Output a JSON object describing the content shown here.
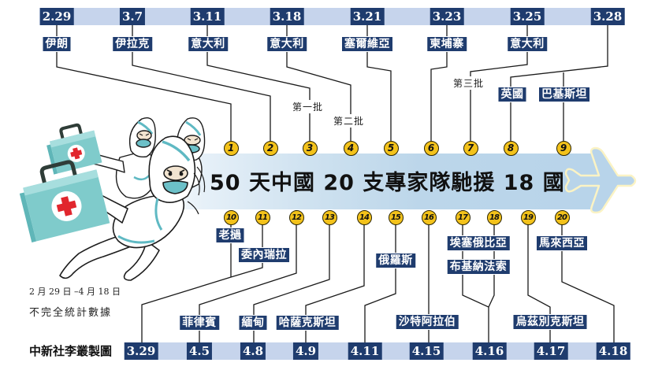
{
  "title": "50 天中國 20 支專家隊馳援 18 國",
  "timeline_top": [
    "2.29",
    "3.7",
    "3.11",
    "3.18",
    "3.21",
    "3.23",
    "3.25",
    "3.28"
  ],
  "timeline_bottom": [
    "3.29",
    "4.5",
    "4.8",
    "4.9",
    "4.11",
    "4.15",
    "4.16",
    "4.17",
    "4.18"
  ],
  "teams": [
    {
      "no": "1",
      "date": "2.29",
      "country": "伊朗"
    },
    {
      "no": "2",
      "date": "3.7",
      "country": "伊拉克"
    },
    {
      "no": "3",
      "date": "3.11",
      "country": "意大利",
      "batch": "第一批"
    },
    {
      "no": "4",
      "date": "3.18",
      "country": "意大利",
      "batch": "第二批"
    },
    {
      "no": "5",
      "date": "3.21",
      "country": "塞爾維亞"
    },
    {
      "no": "6",
      "date": "3.23",
      "country": "柬埔寨"
    },
    {
      "no": "7",
      "date": "3.25",
      "country": "意大利",
      "batch": "第三批"
    },
    {
      "no": "8",
      "date": "3.28",
      "country": "英國"
    },
    {
      "no": "9",
      "date": "3.28",
      "country": "巴基斯坦"
    },
    {
      "no": "10",
      "date": "3.29",
      "country": "老撾"
    },
    {
      "no": "11",
      "date": "3.29",
      "country": "委內瑞拉"
    },
    {
      "no": "12",
      "date": "4.5",
      "country": "菲律賓"
    },
    {
      "no": "13",
      "date": "4.8",
      "country": "緬甸"
    },
    {
      "no": "14",
      "date": "4.9",
      "country": "哈薩克斯坦"
    },
    {
      "no": "15",
      "date": "4.11",
      "country": "俄羅斯"
    },
    {
      "no": "16",
      "date": "4.15",
      "country": "沙特阿拉伯"
    },
    {
      "no": "17",
      "date": "4.16",
      "country": "埃塞俄比亞"
    },
    {
      "no": "18",
      "date": "4.16",
      "country": "布基納法索"
    },
    {
      "no": "19",
      "date": "4.17",
      "country": "烏茲別克斯坦"
    },
    {
      "no": "20",
      "date": "4.18",
      "country": "馬來西亞"
    }
  ],
  "note": {
    "date_range": "2 月 29 日 –4 月 18 日",
    "disclaimer": "不完全統計數據"
  },
  "credit": "中新社李叢製圖",
  "icons": {
    "illustration": "medical-team-running-icon",
    "kit": "medical-kit-icon",
    "plane": "airplane-icon"
  },
  "colors": {
    "navy": "#1f3c6e",
    "timeline_band": "#c6d4ec",
    "banner": "#b8d4ea",
    "marker": "#f3c21b",
    "plane_outline": "#fbf3c4",
    "kit_teal": "#7fcbcb",
    "cross_red": "#e1262d"
  }
}
